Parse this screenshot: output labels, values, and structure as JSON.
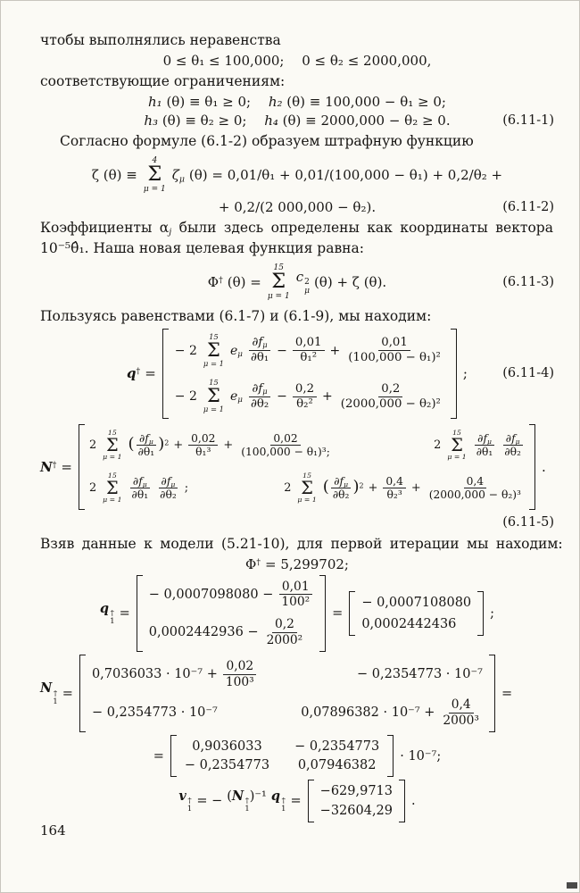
{
  "sym": {
    "sigma": "Σ",
    "lp": "(",
    "rp": ")"
  },
  "page": {
    "number": "164"
  },
  "intro": {
    "line1": "чтобы выполнялись неравенства",
    "bounds": "0 ≤ θ₁ ≤ 100,000;  0 ≤ θ₂ ≤ 2000,000,",
    "line2": "соответствующие ограничениям:",
    "h1a": "h₁",
    "h1b": " (θ) ≡ θ₁ ≥ 0;  ",
    "h1c": "h₂",
    "h1d": " (θ) ≡ 100,000 − θ₁ ≥ 0;",
    "h2a": "h₃",
    "h2b": " (θ) ≡ θ₂ ≥ 0;  ",
    "h2c": "h₄",
    "h2d": " (θ) ≡ 2000,000 − θ₂ ≥ 0.",
    "tag": "(6.11-1)"
  },
  "pen": {
    "para": "Согласно формуле (6.1-2) образуем штрафную функцию",
    "lhs": "ζ (θ) ≡",
    "sum_u": "4",
    "sum_l": "μ = 1",
    "zbase": "ζ",
    "zsub": "μ",
    "rest1": "(θ) = 0,01/θ₁ + 0,01/(100,000 − θ₁) + 0,2/θ₂ +",
    "rest2": "+ 0,2/(2 000,000 − θ₂).",
    "tag": "(6.11-2)"
  },
  "obj": {
    "para1a": "Коэффициенты α",
    "para1sub": "j",
    "para1b": " были здесь определены как координаты вектора",
    "para2": "10⁻⁵θ̂₁. Наша новая целевая функция равна:",
    "phi": "Φ",
    "dag": "†",
    "mid": "(θ)  =",
    "sum_u": "15",
    "sum_l": "μ = 1",
    "cbase": "c",
    "csup": "2",
    "csub": "μ",
    "tail": "(θ) + ζ (θ).",
    "tag": "(6.11-3)"
  },
  "find": {
    "text": "Пользуясь равенствами (6.1-7) и (6.1-9), мы находим:"
  },
  "q": {
    "lhs": "q",
    "dag": "†",
    "eq": "=",
    "sum_u": "15",
    "sum_l": "μ = 1",
    "rows": [
      {
        "coef": "− 2",
        "e": "e",
        "emu": "μ",
        "fn": "∂f",
        "fnmu": "μ",
        "fd": "∂θ₁",
        "minus": "−",
        "n2": "0,01",
        "d2": "θ₁²",
        "plus": "+",
        "n3": "0,01",
        "d3": "(100,000 − θ₁)²"
      },
      {
        "coef": "− 2",
        "e": "e",
        "emu": "μ",
        "fn": "∂f",
        "fnmu": "μ",
        "fd": "∂θ₂",
        "minus": "−",
        "n2": "0,2",
        "d2": "θ₂²",
        "plus": "+",
        "n3": "0,2",
        "d3": "(2000,000 − θ₂)²"
      }
    ],
    "semi": ";",
    "tag": "(6.11-4)"
  },
  "N": {
    "lhs": "N",
    "dag": "†",
    "eq": "=",
    "sum_u": "15",
    "sum_l": "μ = 1",
    "a": {
      "coef": "2",
      "fn": "∂f",
      "fnmu": "μ",
      "fd": "∂θ₁",
      "sq": "2",
      "p1": "+",
      "n2": "0,02",
      "d2": "θ₁³",
      "p2": "+",
      "n3": "0,02",
      "d3": "(100,000 − θ₁)³;"
    },
    "b": {
      "coef": "2",
      "f1n": "∂f",
      "f1mu": "μ",
      "f1d": "∂θ₁",
      "f2n": "∂f",
      "f2mu": "μ",
      "f2d": "∂θ₂"
    },
    "c": {
      "coef": "2",
      "f1n": "∂f",
      "f1mu": "μ",
      "f1d": "∂θ₁",
      "f2n": "∂f",
      "f2mu": "μ",
      "f2d": "∂θ₂",
      "semi": ";"
    },
    "d": {
      "coef": "2",
      "fn": "∂f",
      "fnmu": "μ",
      "fd": "∂θ₂",
      "sq": "2",
      "p1": "+",
      "n2": "0,4",
      "d2": "θ₂³",
      "p2": "+",
      "n3": "0,4",
      "d3": "(2000,000 − θ₂)³"
    },
    "dot": ".",
    "tag": "(6.11-5)"
  },
  "iter": {
    "para": "Взяв данные к модели (5.21-10), для первой итерации мы находим:",
    "phi": "Φ",
    "dag": "†",
    "val": "= 5,299702;"
  },
  "q1": {
    "q": "q",
    "sup": "†",
    "sub": "1",
    "eq": "=",
    "rows": [
      {
        "pre": "− 0,0007098080 −",
        "fn": "0,01",
        "fd": "100²"
      },
      {
        "pre": "0,0002442936 −",
        "fn": "0,2",
        "fd": "2000²"
      }
    ],
    "eq2": "=",
    "vals": [
      "− 0,0007108080",
      "0,0002442436"
    ],
    "semi": ";"
  },
  "N1": {
    "n": "N",
    "sup": "†",
    "sub": "1",
    "eq": "=",
    "a_pre": "0,7036033 · 10⁻⁷ +",
    "a_fn": "0,02",
    "a_fd": "100³",
    "b": "− 0,2354773 · 10⁻⁷",
    "c": "− 0,2354773 · 10⁻⁷",
    "d_pre": "0,07896382 · 10⁻⁷ +",
    "d_fn": "0,4",
    "d_fd": "2000³",
    "eq2": "="
  },
  "N1b": {
    "eq": "=",
    "r1": [
      "0,9036033",
      "− 0,2354773"
    ],
    "r2": [
      "− 0,2354773",
      "0,07946382"
    ],
    "mult": "· 10⁻⁷;"
  },
  "v1": {
    "v": "v",
    "sup": "†",
    "sub": "1",
    "mid": "= −",
    "np": "(",
    "n": "N",
    "sup2": "†",
    "sub2": "1",
    "cp": ")⁻¹",
    "q": "q",
    "sup3": "†",
    "sub3": "1",
    "eq": "=",
    "rows": [
      "−629,9713",
      "−32604,29"
    ],
    "dot": "."
  }
}
